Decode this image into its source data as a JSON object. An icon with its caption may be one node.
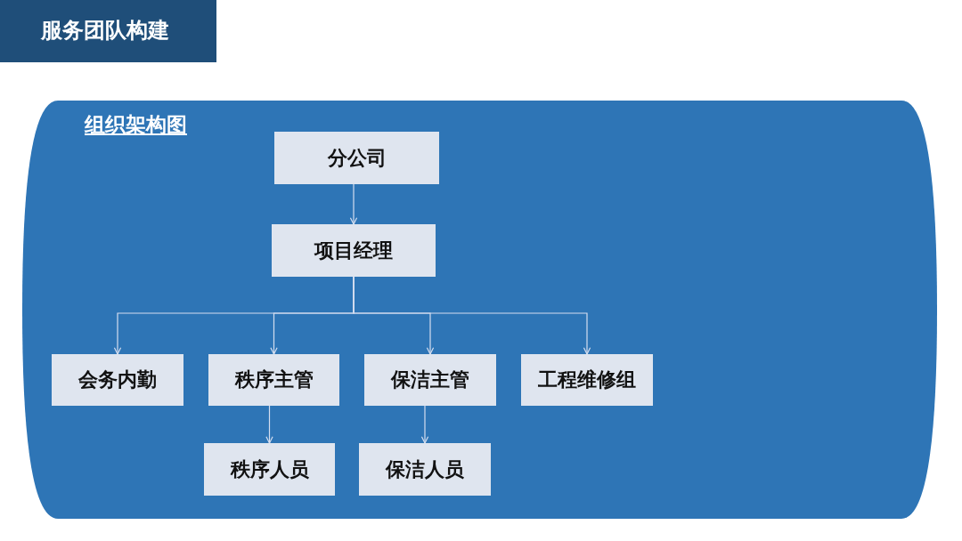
{
  "diagram": {
    "title": "服务团队构建",
    "nodes": [
      {
        "text": [
          "组织架构图"
        ]
      },
      {
        "text": [
          "分公司"
        ],
        "in": 0
      },
      {
        "text": [
          "项目经理"
        ],
        "in": 0
      },
      {
        "text": [
          "会务内勤"
        ],
        "in": 0
      },
      {
        "text": [
          "秩序主管"
        ],
        "in": 0
      },
      {
        "text": [
          "保洁主管"
        ],
        "in": 0
      },
      {
        "text": [
          "工程维修组"
        ],
        "in": 0
      },
      {
        "text": [
          "秩序人员"
        ],
        "in": 0
      },
      {
        "text": [
          "保洁人员"
        ],
        "in": 0
      }
    ],
    "edges": [
      {
        "from": 1,
        "to": 2,
        "arrow": "to"
      },
      {
        "from": 2,
        "to": 3,
        "arrow": "to"
      },
      {
        "from": 2,
        "to": 4,
        "arrow": "to"
      },
      {
        "from": 2,
        "to": 5,
        "arrow": "to"
      },
      {
        "from": 2,
        "to": 6,
        "arrow": "to"
      },
      {
        "from": 4,
        "to": 7,
        "arrow": "to"
      },
      {
        "from": 5,
        "to": 8,
        "arrow": "to"
      }
    ]
  }
}
